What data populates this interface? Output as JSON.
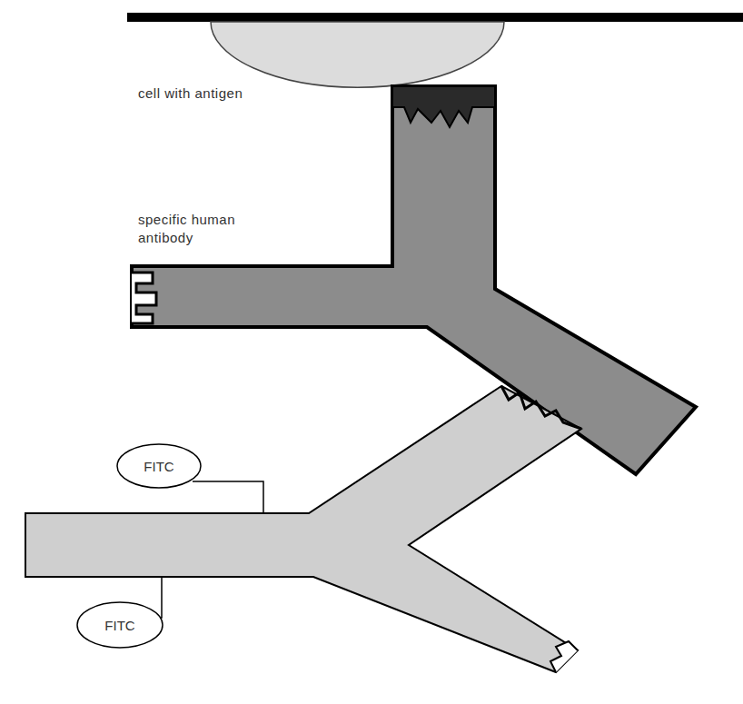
{
  "diagram": {
    "nodes": [
      {
        "text": [
          "FITC"
        ]
      },
      {
        "text": [
          "FITC"
        ]
      }
    ],
    "labels": [
      "cell with antigen",
      "specific human antibody"
    ]
  }
}
